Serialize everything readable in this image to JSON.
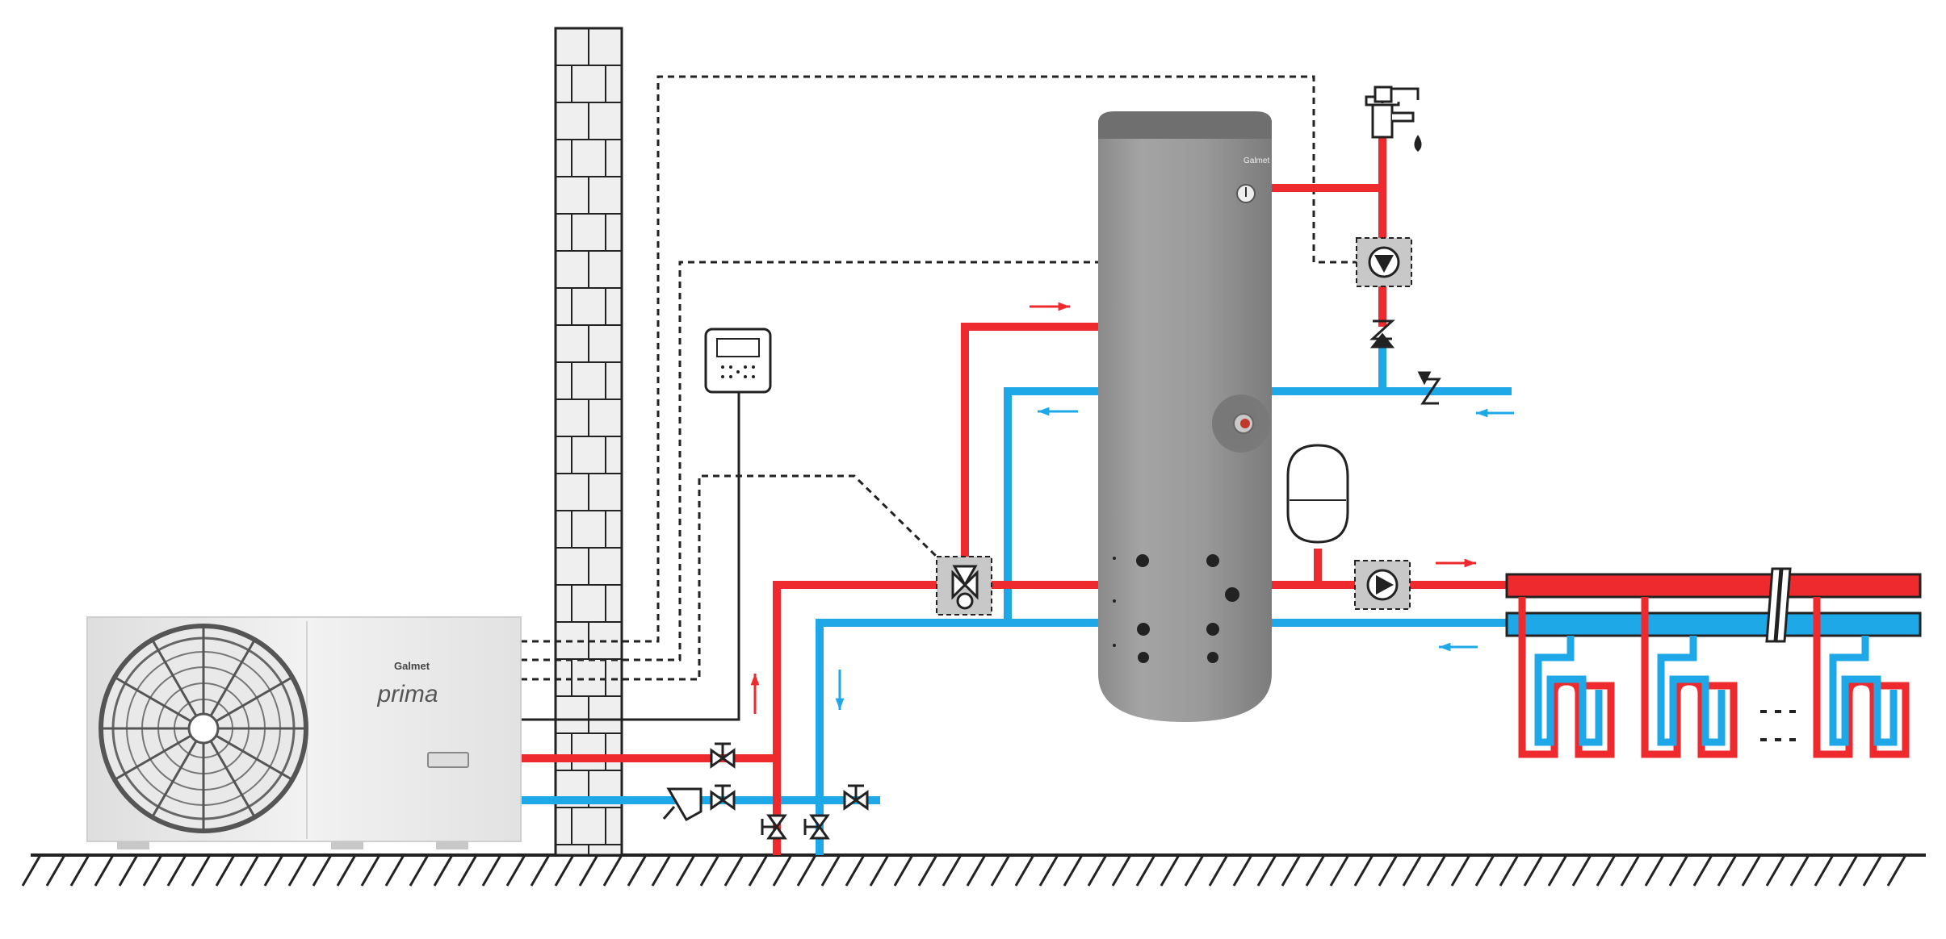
{
  "outdoor_unit": {
    "brand": "Galmet",
    "model": "prima"
  },
  "tank": {
    "brand": "Galmet"
  },
  "colors": {
    "hot": "#ee2a2e",
    "cold": "#1fa8e8",
    "control": "#222222",
    "tank_body": "#9a9a9a",
    "tank_top": "#6f6f6f",
    "unit_body": "#ececec",
    "brick": "#efefef",
    "ground": "#222222"
  },
  "icons": [
    "tap-icon",
    "pump-icon",
    "three-way-valve-icon",
    "check-valve-icon",
    "expansion-vessel-icon",
    "controller-icon",
    "ball-valve-icon",
    "strainer-icon",
    "fan-icon",
    "flow-arrow-icon"
  ]
}
